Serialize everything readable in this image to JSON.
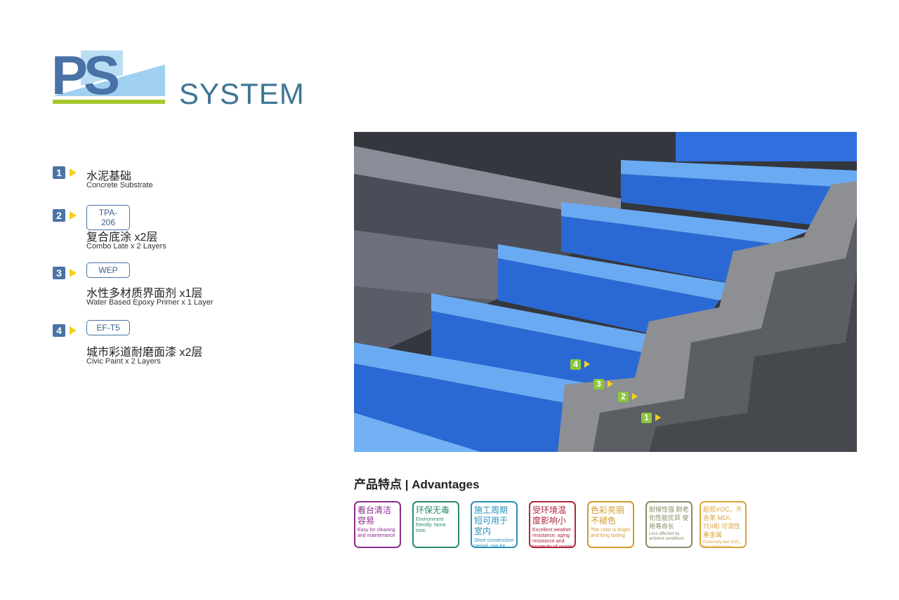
{
  "logo": {
    "letters": "PS",
    "word": "SYSTEM"
  },
  "layers": [
    {
      "num": "1",
      "zh": "水泥基础",
      "en": "Concrete Substrate"
    },
    {
      "num": "2",
      "code": "TPA-206",
      "zh": "复合底涂 x2层",
      "en": "Combo Late x 2 Layers"
    },
    {
      "num": "3",
      "code": "WEP",
      "zh": "水性多材质界面剂 x1层",
      "en": "Water Based Epoxy Primer x 1 Layer"
    },
    {
      "num": "4",
      "code": "EF-T5",
      "zh": "城市彩道耐磨面漆 x2层",
      "en": "Civic Paint x 2 Layers"
    }
  ],
  "photo_tags": [
    "4",
    "3",
    "2",
    "1"
  ],
  "advantages_title": "产品特点 | Advantages",
  "advantages": [
    {
      "zh": "看台清洁容易",
      "en": "Easy for cleaning and maintenance",
      "color": "#8b2c8f"
    },
    {
      "zh": "环保无毒",
      "en": "Environment friendly. None toxic",
      "color": "#2a8a6a"
    },
    {
      "zh": "施工周期短可用于室内",
      "en": "Short construction period, can be used indoors",
      "color": "#2a8fb8"
    },
    {
      "zh": "受环境温度影响小",
      "en": "Excellent weather resistance, aging resistance and longevity of usage",
      "color": "#b0263a"
    },
    {
      "zh": "色彩亮丽不褪色",
      "en": "The color is bright and long lasting",
      "color": "#d39a2e"
    },
    {
      "zh": "耐候性强 耐老化性能优异 使用寿命长",
      "en": "Less affected by ambient conditions",
      "color": "#8a8a6a"
    },
    {
      "zh": "超低VOC，不含苯 MDI、TDI和 可溶性重金属",
      "en": "Extremely low VOC, free of benzene, MDI, TDI and soluble heavy metals",
      "color": "#d9a441"
    }
  ]
}
